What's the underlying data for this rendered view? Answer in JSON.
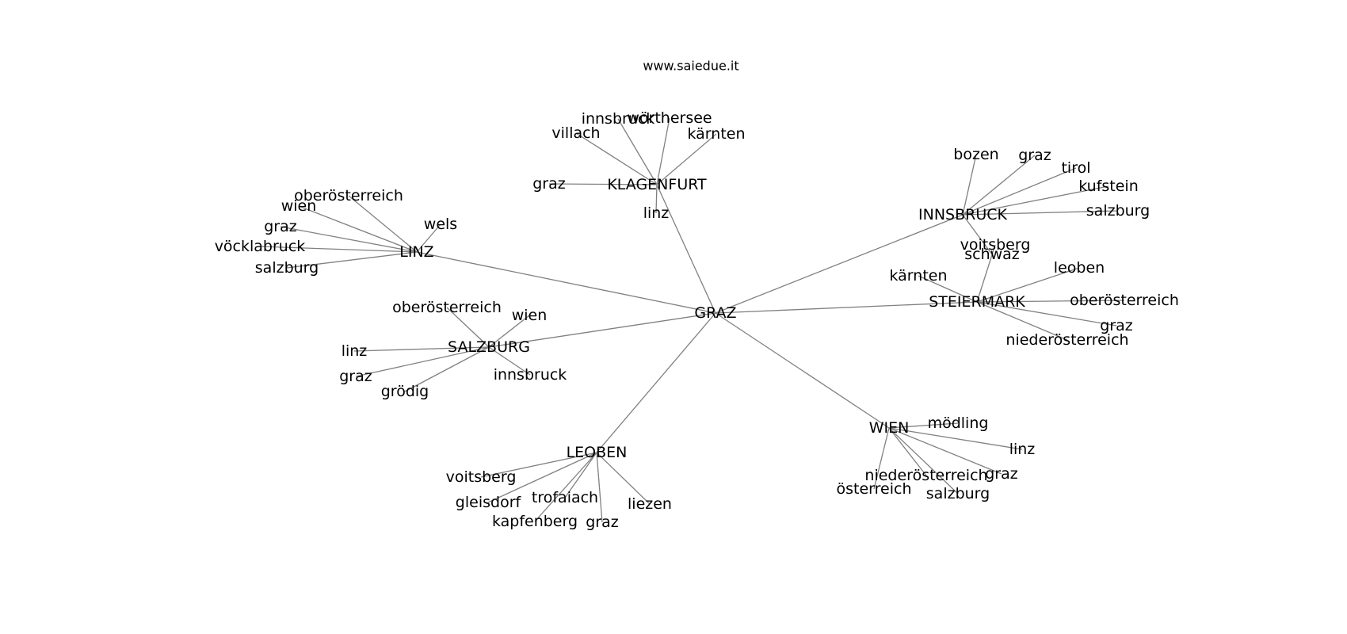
{
  "title": "www.saiedue.it",
  "colors": {
    "edge": "#808080",
    "text": "#000000",
    "background": "#ffffff"
  },
  "graph": {
    "center": "GRAZ",
    "hubs": [
      {
        "id": "LINZ",
        "label": "LINZ",
        "leaves": [
          "oberösterreich",
          "wien",
          "wels",
          "graz",
          "vöcklabruck",
          "salzburg"
        ]
      },
      {
        "id": "KLAGENFURT",
        "label": "KLAGENFURT",
        "leaves": [
          "innsbruck",
          "wörthersee",
          "villach",
          "kärnten",
          "graz",
          "linz"
        ]
      },
      {
        "id": "INNSBRUCK",
        "label": "INNSBRUCK",
        "leaves": [
          "bozen",
          "graz",
          "tirol",
          "kufstein",
          "salzburg",
          "schwaz"
        ]
      },
      {
        "id": "STEIERMARK",
        "label": "STEIERMARK",
        "leaves": [
          "voitsberg",
          "kärnten",
          "leoben",
          "oberösterreich",
          "graz",
          "niederösterreich"
        ]
      },
      {
        "id": "SALZBURG",
        "label": "SALZBURG",
        "leaves": [
          "oberösterreich",
          "wien",
          "linz",
          "graz",
          "grödig",
          "innsbruck"
        ]
      },
      {
        "id": "LEOBEN",
        "label": "LEOBEN",
        "leaves": [
          "voitsberg",
          "gleisdorf",
          "trofaiach",
          "kapfenberg",
          "graz",
          "liezen"
        ]
      },
      {
        "id": "WIEN",
        "label": "WIEN",
        "leaves": [
          "mödling",
          "linz",
          "niederösterreich",
          "graz",
          "österreich",
          "salzburg"
        ]
      }
    ]
  }
}
